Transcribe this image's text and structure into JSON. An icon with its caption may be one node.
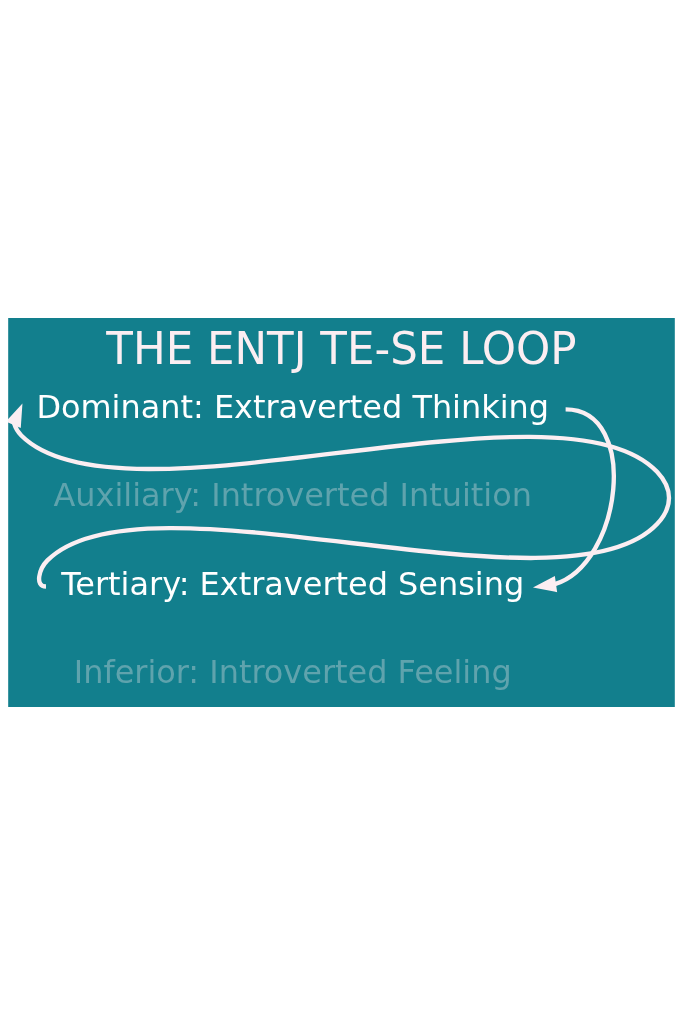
{
  "diagram": {
    "title": "THE ENTJ TE-SE LOOP",
    "nodes": [
      {
        "text": [
          "Dominant: Extraverted Thinking"
        ]
      },
      {
        "text": [
          "Auxiliary: Introverted Intuition"
        ]
      },
      {
        "text": [
          "Tertiary: Extraverted Sensing"
        ]
      },
      {
        "text": [
          "Inferior: Introverted Feeling"
        ]
      }
    ],
    "edges": [
      {
        "from": 0,
        "to": 2,
        "arrow": "to"
      },
      {
        "from": 2,
        "to": 0,
        "arrow": "to"
      }
    ]
  }
}
